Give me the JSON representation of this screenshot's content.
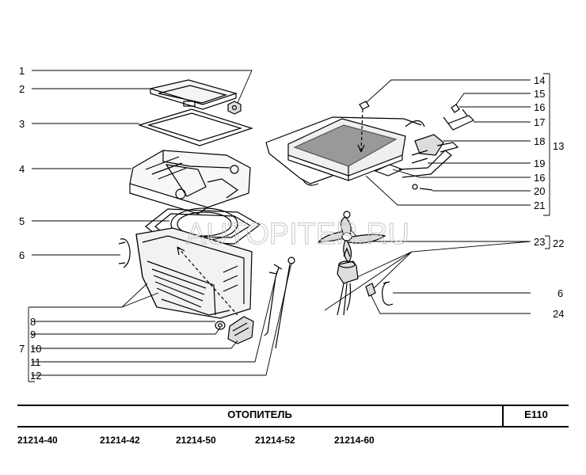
{
  "watermark": "AUTOPITER.RU",
  "callouts": {
    "left": [
      "1",
      "2",
      "3",
      "4",
      "5",
      "6",
      "7",
      "8",
      "9",
      "10",
      "11",
      "12"
    ],
    "right": [
      "14",
      "15",
      "16",
      "17",
      "18",
      "13",
      "19",
      "16",
      "20",
      "21",
      "23",
      "22",
      "6",
      "24"
    ]
  },
  "footer": {
    "title": "ОТОПИТЕЛЬ",
    "code": "E110",
    "models": [
      "21214-40",
      "21214-42",
      "21214-50",
      "21214-52",
      "21214-60"
    ]
  }
}
